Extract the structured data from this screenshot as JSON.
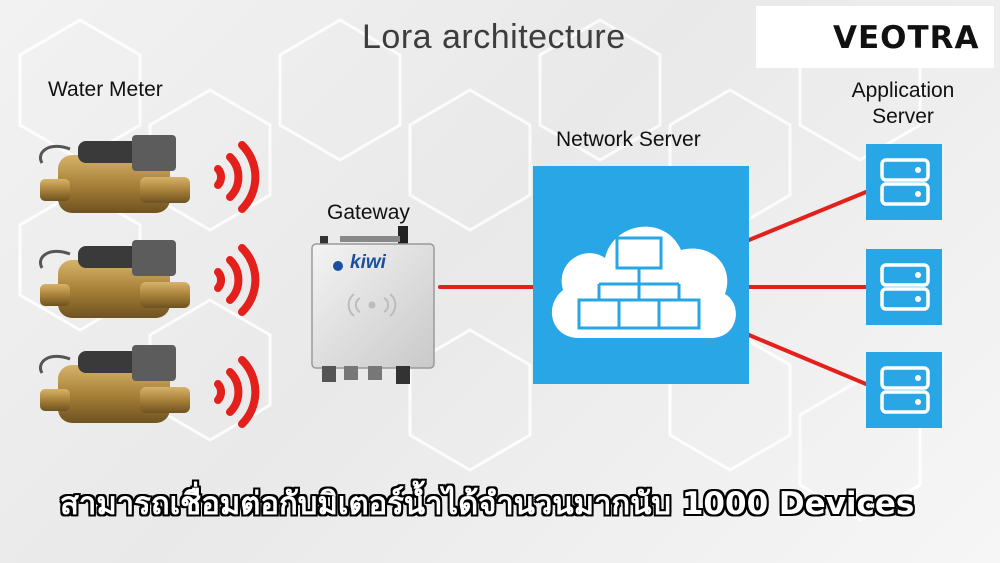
{
  "title": "Lora architecture",
  "logo": {
    "text": "VEOTRA"
  },
  "labels": {
    "water_meter": "Water Meter",
    "gateway": "Gateway",
    "network_server": "Network Server",
    "application_server_line1": "Application",
    "application_server_line2": "Server"
  },
  "gateway_device": {
    "brand": "kiwi"
  },
  "caption": "สามารถเชื่อมต่อกับมิเตอร์น้ำได้จำนวนมากนับ 1000 Devices",
  "icons": {
    "signal": "wireless-signal-icon",
    "cloud": "cloud-network-icon",
    "server": "server-icon"
  },
  "colors": {
    "connection_line": "#e3201b",
    "signal_arcs": "#e3201b",
    "server_blue": "#29a6e6",
    "brass": "#b08a3e"
  }
}
